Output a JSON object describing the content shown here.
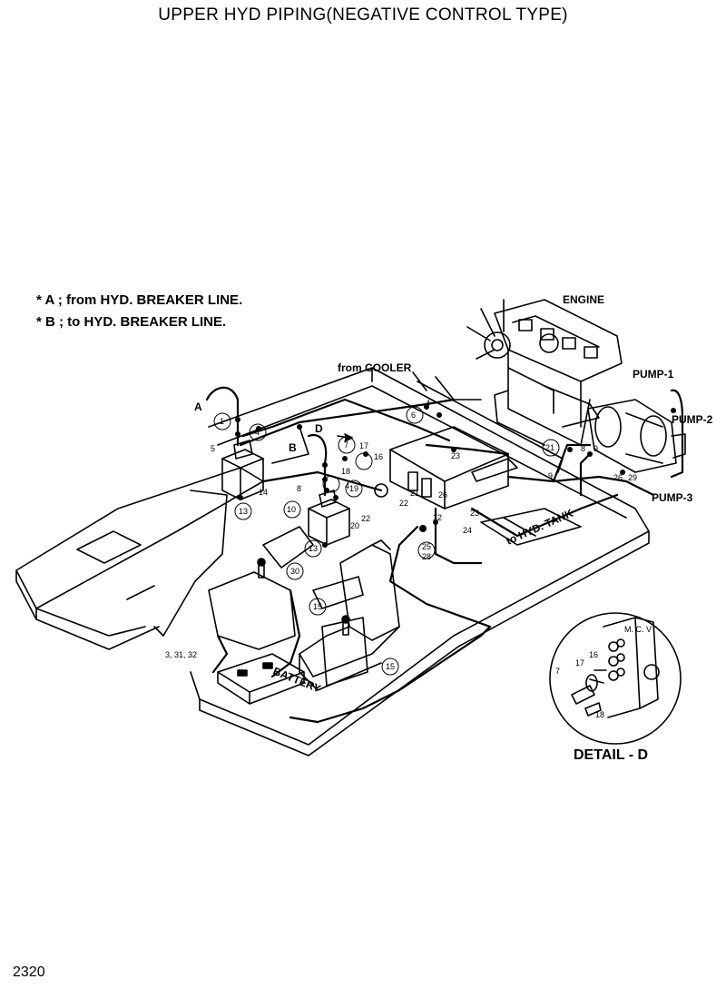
{
  "title": "UPPER HYD PIPING(NEGATIVE CONTROL TYPE)",
  "page_number": "2320",
  "notes": {
    "a": "* A ; from HYD. BREAKER LINE.",
    "b": "* B ; to HYD. BREAKER LINE."
  },
  "labels": {
    "engine": "ENGINE",
    "pump1": "PUMP-1",
    "pump2": "PUMP-2",
    "pump3": "PUMP-3",
    "from_cooler": "from COOLER",
    "to_tank": "to HYD. TANK",
    "battery": "BATTERY",
    "marker_a": "A",
    "marker_b": "B",
    "marker_d": "D",
    "detail_title": "DETAIL - D",
    "mcv": "M. C. V"
  },
  "callouts": {
    "n1": "1",
    "n3": "3, 31, 32",
    "n4a": "4",
    "n4b": "4",
    "n4c": "4",
    "n5": "5",
    "n6": "6",
    "n7": "7",
    "n8a": "8",
    "n8b": "8",
    "n9a": "9",
    "n9b": "9",
    "n10": "10",
    "n12": "12",
    "n13a": "13",
    "n13b": "13",
    "n14": "14",
    "n15a": "15",
    "n15b": "15",
    "n16": "16",
    "n17": "17",
    "n18": "18",
    "n19": "19",
    "n20": "20",
    "n21a": "21",
    "n21b": "21",
    "n22a": "22",
    "n22b": "22",
    "n23a": "23",
    "n23b": "23",
    "n24": "24",
    "n25": "25",
    "n26a": "26",
    "n26b": "26",
    "n28": "28",
    "n29": "29",
    "n30": "30",
    "d7": "7",
    "d16": "16",
    "d17": "17",
    "d18": "18"
  }
}
